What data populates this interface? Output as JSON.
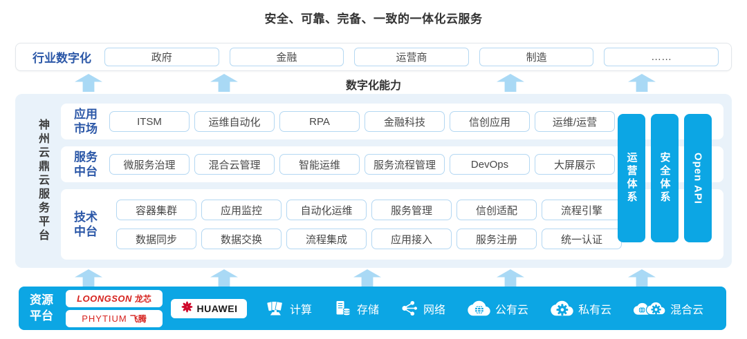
{
  "title": "安全、可靠、完备、一致的一体化云服务",
  "industry_row": {
    "label": "行业数字化",
    "items": [
      "政府",
      "金融",
      "运营商",
      "制造",
      "……"
    ]
  },
  "digital_capability_label": "数字化能力",
  "platform": {
    "side_label": "神州云鼎云服务平台",
    "rows": [
      {
        "label_lines": [
          "应用",
          "市场"
        ],
        "lines": [
          [
            "ITSM",
            "运维自动化",
            "RPA",
            "金融科技",
            "信创应用",
            "运维/运营"
          ]
        ]
      },
      {
        "label_lines": [
          "服务",
          "中台"
        ],
        "lines": [
          [
            "微服务治理",
            "混合云管理",
            "智能运维",
            "服务流程管理",
            "DevOps",
            "大屏展示"
          ]
        ]
      },
      {
        "label_lines": [
          "技术",
          "中台"
        ],
        "lines": [
          [
            "容器集群",
            "应用监控",
            "自动化运维",
            "服务管理",
            "信创适配",
            "流程引擎"
          ],
          [
            "数据同步",
            "数据交换",
            "流程集成",
            "应用接入",
            "服务注册",
            "统一认证"
          ]
        ]
      }
    ],
    "vertical_bars": [
      "运营体系",
      "安全体系",
      "Open API"
    ]
  },
  "resource_bar": {
    "label_lines": [
      "资源",
      "平台"
    ],
    "vendors": {
      "loongson": {
        "en": "LOONGSON",
        "cn": "龙芯"
      },
      "phytium": {
        "en": "PHYTIUM",
        "cn": "飞腾"
      },
      "huawei": "HUAWEI"
    },
    "services": [
      {
        "icon": "compute-icon",
        "label": "计算"
      },
      {
        "icon": "storage-icon",
        "label": "存储"
      },
      {
        "icon": "network-icon",
        "label": "网络"
      },
      {
        "icon": "public-cloud-icon",
        "label": "公有云"
      },
      {
        "icon": "private-cloud-icon",
        "label": "私有云"
      },
      {
        "icon": "hybrid-cloud-icon",
        "label": "混合云"
      }
    ]
  },
  "colors": {
    "accent_blue": "#0ca6e4",
    "arrow_blue": "#a9d9f5",
    "panel_bg": "#e9f2fa",
    "box_border": "#b3d7f2",
    "label_blue": "#2b57a7",
    "vendor_red": "#d6231f",
    "huawei_red": "#cf0a2c",
    "text_dark": "#333333"
  }
}
